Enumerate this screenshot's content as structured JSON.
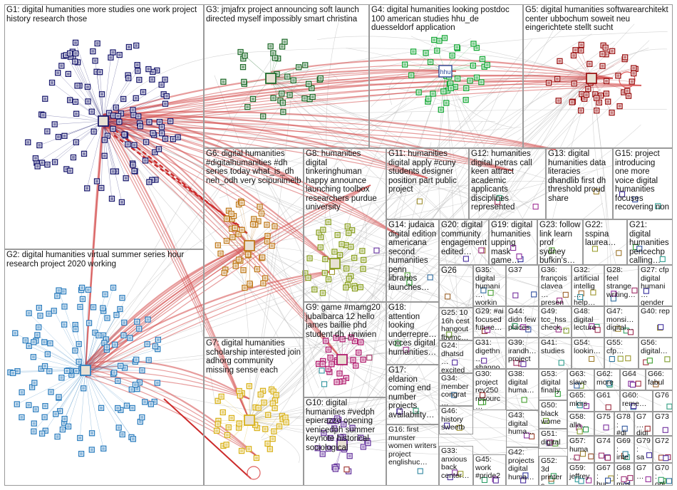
{
  "groups": {
    "g1": "G1: digital humanities more studies one work project history research those",
    "g2": "G2: digital humanities virtual summer series hour research project 2020 working",
    "g3": "G3: jmjafrx project announcing soft launch directed myself impossibly smart christina",
    "g4": "G4: digital humanities looking postdoc 100 american studies hhu_de duesseldorf application",
    "g5": "G5: digital humanities softwarearchitekt center ubbochum soweit neu eingerichtete stellt sucht",
    "g6": "G6: digital humanities #digitalhumanities #dh series today what_is_dh neh_odh very scipunimelb",
    "g7": "G7: digital humanities scholarship interested join adhorg community missing sense each",
    "g8": "G8: humanities digital tinkeringhuman happy announce launching toolbox researchers purdue university",
    "g9": "G9: game #mamg20 jubalbarca 12 hello james baillie phd student dh_uniwien",
    "g10": "G10: digital humanities #vedph epierazzo opening venicedph summer keynote historical sociological",
    "g11": "G11: humanities digital apply #cuny students designer position part public project",
    "g12": "G12: humanities digital petras call keen attract academic applicants disciplines represented",
    "g13": "G13: digital humanities data literacies dhandlib first dh threshold proud share",
    "g14": "G14: judaica digital edition americana second humanities penn libraries launches…",
    "g15": "G15: project introducing one more voice digital humanities focuses recovering non",
    "g16": "G16: first munster women writers project englishuc…",
    "g17": "G17: eldarion coming end number projects availability…",
    "g18": "G18: attention looking underrepre… voices digital humanities…",
    "g19": "G19: digital humanities upping mask game…",
    "g20": "G20: digital community engagement edited…",
    "g21": "G21: digital humanities pencechp calling…",
    "g22": "G22: sspina laurea…",
    "g23": "G23: follow link learn prof sydney bufkin's…",
    "g24": "G24: dhatsd… excited announ…",
    "g25": "G25: 10 16h cest hangout fbvmc…",
    "g26": "G26",
    "g27": "G27: cfp digital humani… gender…",
    "g28": "G28: feel strange writing…",
    "g29": "G29: #ai focused future…",
    "g30": "G30: project rev250 resourc…",
    "g31": "G31: digethn… shanno…",
    "g32": "G32: artificial intellig… help…",
    "g33": "G33: anxious back center…",
    "g34": "G34: member congrat… digital…",
    "g35": "G35: digital humani… workin…",
    "g36": "G36: françois clavea… presen…",
    "g37": "G37",
    "g38": "G38: digital huma…",
    "g39": "G39: irandh… project…",
    "g40": "G40: rep",
    "g41": "G41: studies",
    "g42": "G42: projects digital huma…",
    "g43": "G43: digital huma…",
    "g44": "G44: didn few places…",
    "g45": "G45: work #pride2…",
    "g46": "G46: history sweetb…",
    "g47": "G47: monsi… digital…",
    "g48": "G48: digital lecture…",
    "g49": "G49: tcc_hss check…",
    "g50": "G50: black wome…",
    "g51": "G51: digital…",
    "g52": "G52: 3d printers norma…",
    "g53": "G53: digital finally…",
    "g54": "G54: lookin…",
    "g55": "G55: cfp…",
    "g56": "G56: digital…",
    "g57": "G57: huma…",
    "g58": "G58: alla…",
    "g59": "G59: jeffrey…",
    "g60": "G60: reme…",
    "g61": "G61",
    "g62": "G62: more",
    "g63": "G63: slave…",
    "g64": "G64",
    "g65": "G65: mkirs…",
    "g66": "G66: fabul…",
    "g67": "G67: huc…",
    "g68": "G68: mus…",
    "g69": "G69: inte…",
    "g70": "G70: onl…",
    "g71": "G7…",
    "g72": "G72",
    "g73": "G73",
    "g74": "G74",
    "g75": "G75",
    "g76": "G76",
    "g77": "G7… digi…",
    "g78": "G78: #di…",
    "g79": "G79: sa…"
  },
  "node_labels": {
    "hub_g4": "hhu"
  },
  "colors": {
    "g1": "#1a1a6e",
    "g2": "#2f7fbf",
    "g3": "#1f6b2a",
    "g4": "#18a838",
    "g5": "#9c1515",
    "g6": "#c07a1c",
    "g7": "#d9b21a",
    "g8": "#8aa022",
    "g9": "#b01c6e",
    "g10": "#6a3aa0",
    "edge_strong": "#d44a4a",
    "edge_light": "#b8b8b8",
    "frame": "#9a9a9a"
  }
}
